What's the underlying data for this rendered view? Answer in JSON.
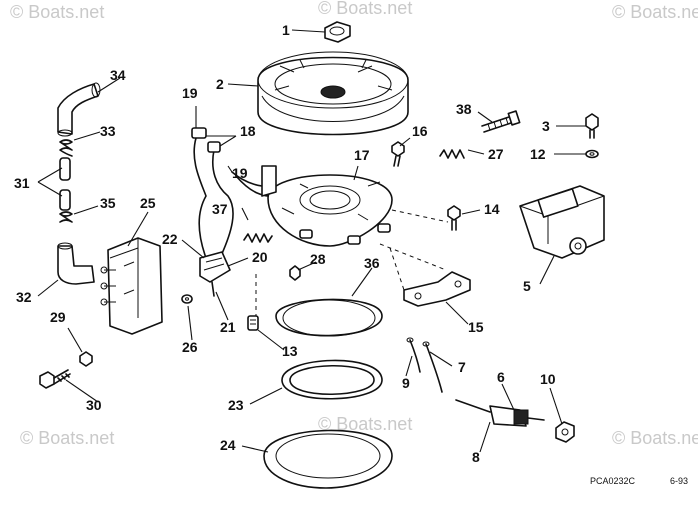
{
  "watermark": "© Boats.net",
  "drawing_code": "PCA0232C",
  "drawing_date": "6-93",
  "callouts": {
    "c1": "1",
    "c2": "2",
    "c3": "3",
    "c5": "5",
    "c6": "6",
    "c7": "7",
    "c8": "8",
    "c9": "9",
    "c10": "10",
    "c12": "12",
    "c13": "13",
    "c14": "14",
    "c15": "15",
    "c16": "16",
    "c17": "17",
    "c18": "18",
    "c19a": "19",
    "c19b": "19",
    "c20": "20",
    "c21": "21",
    "c22": "22",
    "c23": "23",
    "c24": "24",
    "c25": "25",
    "c26": "26",
    "c27": "27",
    "c28": "28",
    "c29": "29",
    "c30": "30",
    "c31": "31",
    "c32": "32",
    "c33": "33",
    "c34": "34",
    "c35": "35",
    "c36": "36",
    "c37": "37",
    "c38": "38"
  }
}
